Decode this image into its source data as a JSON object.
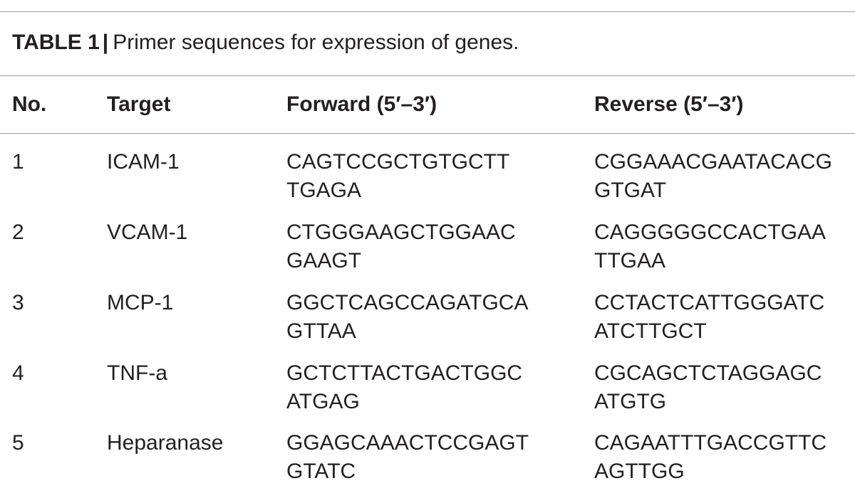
{
  "caption": {
    "label": "TABLE 1",
    "separator": "|",
    "text": "Primer sequences for expression of genes."
  },
  "table": {
    "headers": {
      "no": "No.",
      "target": "Target",
      "forward": "Forward (5′–3′)",
      "reverse": "Reverse (5′–3′)"
    },
    "rows": [
      {
        "no": "1",
        "target": "ICAM-1",
        "forward": [
          "CAGTCCGCTGTGCTT",
          "TGAGA"
        ],
        "reverse": [
          "CGGAAACGAATACACG",
          "GTGAT"
        ]
      },
      {
        "no": "2",
        "target": "VCAM-1",
        "forward": [
          "CTGGGAAGCTGGAAC",
          "GAAGT"
        ],
        "reverse": [
          "CAGGGGGCCACTGAA",
          "TTGAA"
        ]
      },
      {
        "no": "3",
        "target": "MCP-1",
        "forward": [
          "GGCTCAGCCAGATGCA",
          "GTTAA"
        ],
        "reverse": [
          "CCTACTCATTGGGATC",
          "ATCTTGCT"
        ]
      },
      {
        "no": "4",
        "target": "TNF-a",
        "forward": [
          "GCTCTTACTGACTGGC",
          "ATGAG"
        ],
        "reverse": [
          "CGCAGCTCTAGGAGC",
          "ATGTG"
        ]
      },
      {
        "no": "5",
        "target": "Heparanase",
        "forward": [
          "GGAGCAAACTCCGAGT",
          "GTATC"
        ],
        "reverse": [
          "CAGAATTTGACCGTTC",
          "AGTTGG"
        ]
      }
    ]
  }
}
